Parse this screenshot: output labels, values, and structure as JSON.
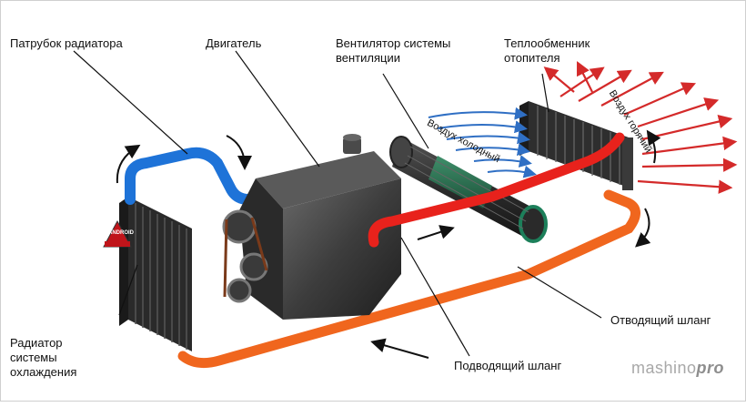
{
  "labels": {
    "radiator_pipe": "Патрубок радиатора",
    "engine": "Двигатель",
    "fan": "Вентилятор системы\nвентиляции",
    "heat_exchanger": "Теплообменник\nотопителя",
    "radiator": "Радиатор\nсистемы\nохлаждения",
    "supply_hose": "Подводящий шланг",
    "return_hose": "Отводящий шланг",
    "cold_air": "Воздух холодный",
    "hot_air": "Воздух горячий"
  },
  "watermark": {
    "left": "mashino",
    "right": "pro"
  },
  "badge": "ANDROID",
  "colors": {
    "hot_pipe": "#e8221c",
    "cold_pipe": "#1e73d8",
    "return_pipe": "#f0661e",
    "cold_air_arrow": "#2f6fc4",
    "hot_air_arrow": "#d42a2a",
    "metal": "#3a3a3a"
  }
}
